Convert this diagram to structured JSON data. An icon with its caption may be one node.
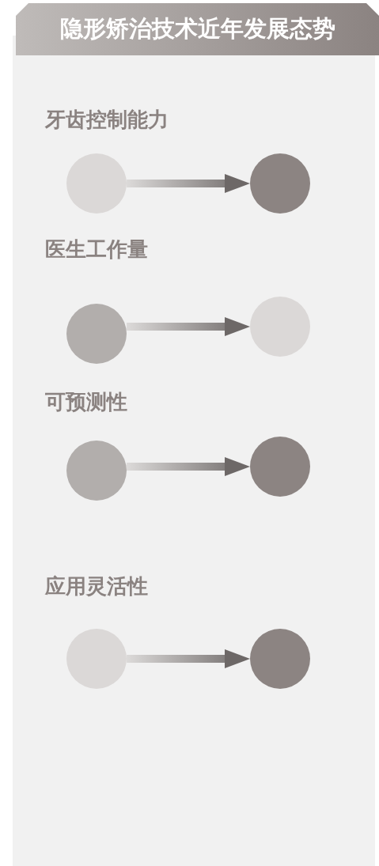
{
  "diagram": {
    "title": "隐形矫治技术近年发展态势",
    "nodes": [
      {
        "text": [],
        "shape": "circle"
      },
      {
        "text": [],
        "shape": "circle"
      },
      {
        "text": [],
        "shape": "circle"
      },
      {
        "text": [],
        "shape": "circle"
      },
      {
        "text": [],
        "shape": "circle"
      },
      {
        "text": [],
        "shape": "circle"
      },
      {
        "text": [],
        "shape": "circle"
      },
      {
        "text": [],
        "shape": "circle"
      }
    ],
    "edges": [
      {
        "from": 0,
        "to": 1,
        "arrow": "to"
      },
      {
        "from": 2,
        "to": 3,
        "arrow": "to"
      },
      {
        "from": 4,
        "to": 5,
        "arrow": "to"
      },
      {
        "from": 6,
        "to": 7,
        "arrow": "to"
      }
    ],
    "labels": [
      "牙齿控制能力",
      "医生工作量",
      "可预测性",
      "应用灵活性"
    ]
  }
}
